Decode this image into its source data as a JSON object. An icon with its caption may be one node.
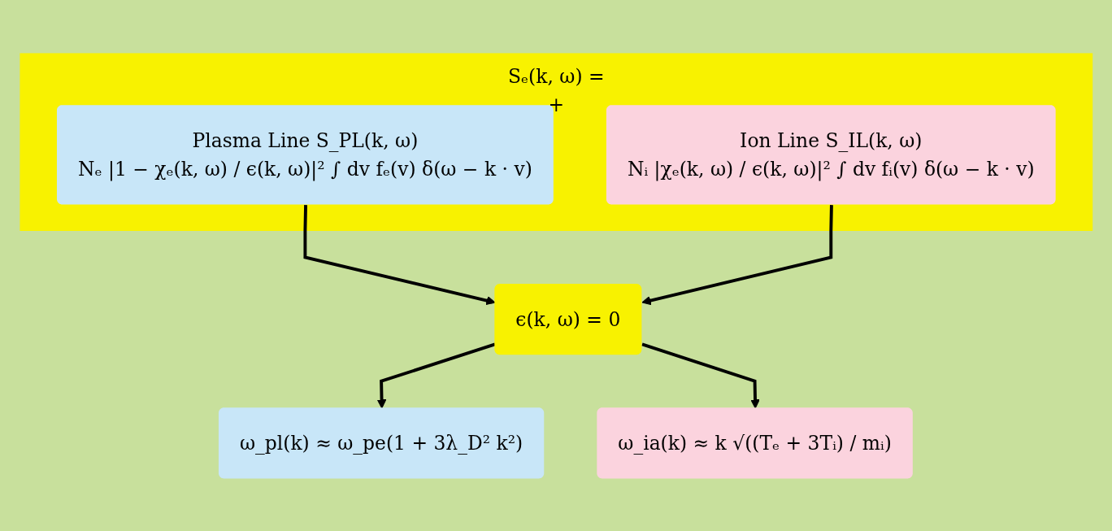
{
  "diagram": {
    "nodes": [
      {
        "text": [
          "Sₑ(k, ω) =",
          "+"
        ]
      },
      {
        "text": [
          "Plasma Line S_PL(k, ω)",
          "Nₑ |1 − χₑ(k, ω) / ϵ(k, ω)|² ∫ dv fₑ(v) δ(ω − k · v)"
        ],
        "in": 0
      },
      {
        "text": [
          "Ion Line S_IL(k, ω)",
          "Nᵢ |χₑ(k, ω) / ϵ(k, ω)|² ∫ dv fᵢ(v) δ(ω − k · v)"
        ],
        "in": 0
      },
      {
        "text": [
          "ϵ(k, ω) = 0"
        ]
      },
      {
        "text": [
          "ω_pl(k) ≈ ω_pe(1 + 3λ_D² k²)"
        ]
      },
      {
        "text": [
          "ω_ia(k) ≈ k √((Tₑ + 3Tᵢ) / mᵢ)"
        ]
      }
    ],
    "edges": [
      {
        "from": 1,
        "to": 3,
        "arrow": "to"
      },
      {
        "from": 2,
        "to": 3,
        "arrow": "to"
      },
      {
        "from": 3,
        "to": 4,
        "arrow": "to"
      },
      {
        "from": 3,
        "to": 5,
        "arrow": "to"
      }
    ]
  }
}
